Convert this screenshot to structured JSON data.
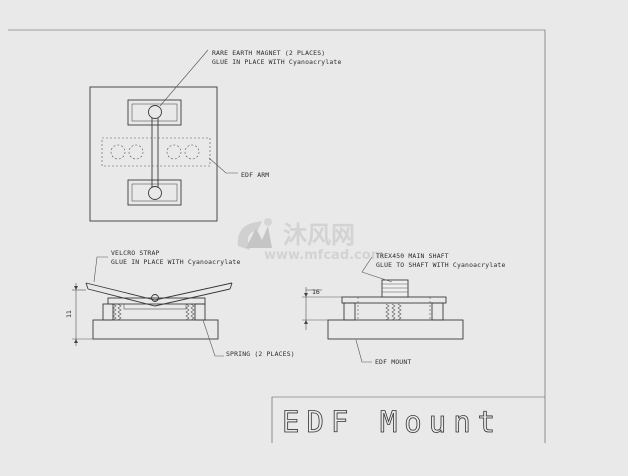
{
  "drawing": {
    "magnet_label_1": "RARE EARTH MAGNET (2 PLACES)",
    "magnet_label_2": "GLUE IN PLACE WITH Cyanoacrylate",
    "edf_arm_label": "EDF ARM",
    "velcro_label_1": "VELCRO STRAP",
    "velcro_label_2": "GLUE IN PLACE WITH Cyanoacrylate",
    "dim_left": "11",
    "dim_right": "16",
    "shaft_label_1": "TREX450 MAIN SHAFT",
    "shaft_label_2": "GLUE TO SHAFT WITH Cyanoacrylate",
    "spring_label": "SPRING (2 PLACES)",
    "mount_label": "EDF MOUNT",
    "title_block": "EDF Mount"
  },
  "watermark": {
    "chinese": "沐风网",
    "url": "www.mfcad.com"
  }
}
